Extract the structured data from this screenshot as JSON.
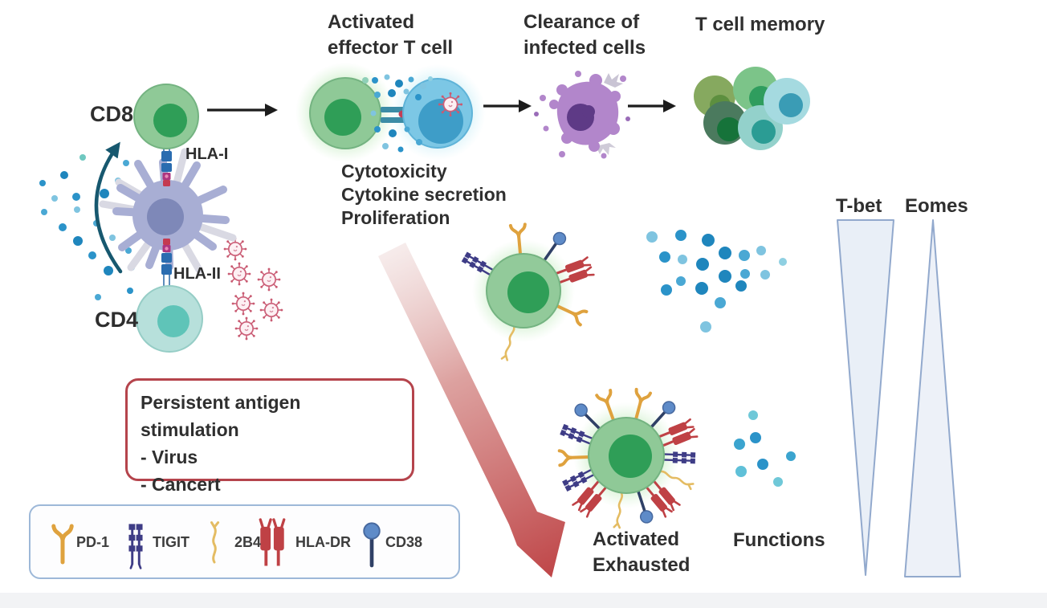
{
  "figure": {
    "stage_labels": {
      "effector_l1": "Activated",
      "effector_l2": "effector T cell",
      "clearance_l1": "Clearance of",
      "clearance_l2": "infected cells",
      "memory": "T cell memory"
    },
    "priming": {
      "cd8": "CD8",
      "hla_i": "HLA-I",
      "hla_ii": "HLA-II",
      "cd4": "CD4"
    },
    "effector_functions": {
      "f1": "Cytotoxicity",
      "f2": "Cytokine secretion",
      "f3": "Proliferation"
    },
    "stimulation_box": {
      "title": "Persistent antigen stimulation",
      "item1": "- Virus",
      "item2": "- Cancert"
    },
    "legend": {
      "pd1": "PD-1",
      "tigit": "TIGIT",
      "twob4": "2B4",
      "hladr": "HLA-DR",
      "cd38": "CD38"
    },
    "exhaustion": {
      "state_l1": "Activated",
      "state_l2": "Exhausted",
      "functions": "Functions"
    },
    "transcription_factors": {
      "tbet": "T-bet",
      "eomes": "Eomes"
    },
    "colors": {
      "t_cell_body": "#8fc997",
      "t_cell_nucleus": "#2f9e57",
      "cd4_body": "#b7e0db",
      "cd4_nucleus": "#5fc4b8",
      "dendritic_body": "#a9afd5",
      "infected_cell_body": "#7cc7e5",
      "apoptotic_cell_body": "#b286cb",
      "virus_outline": "#c95b72",
      "cytokine_dot_blue": "#2b93c9",
      "red_accent": "#b5444c",
      "legend_border": "#9db8d8",
      "gradient_triangle_fill": "#e9eff7",
      "gradient_triangle_stroke": "#92a9cd",
      "pd1_receptor": "#dfa23e",
      "tigit_receptor": "#3e3c86",
      "twob4_receptor": "#e4bc63",
      "hladr_receptor": "#bf4145",
      "cd38_receptor_head": "#5e8bc8"
    }
  }
}
